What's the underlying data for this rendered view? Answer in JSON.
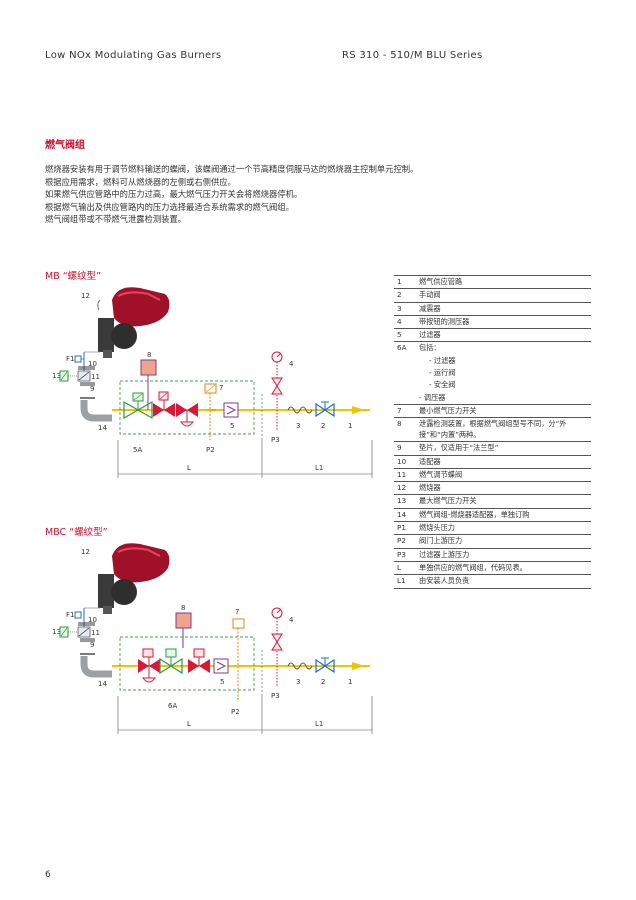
{
  "header": {
    "left": "Low NOx Modulating Gas Burners",
    "right": "RS 310 - 510/M BLU Series"
  },
  "section_title": "燃气阀组",
  "intro_lines": [
    "燃烧器安装有用于调节燃料输送的蝶阀，该蝶阀通过一个节高精度伺服马达的燃烧器主控制单元控制。",
    "根据应用需求，燃料可从燃烧器的左侧或右侧供应。",
    "如果燃气供应管路中的压力过高，最大燃气压力开关会将燃烧器停机。",
    "根据燃气输出及供应管路内的压力选择最适合系统需求的燃气阀组。",
    "燃气阀组带或不带燃气泄露检测装置。"
  ],
  "diagram1": {
    "title": "MB “螺纹型”",
    "labels": {
      "n12": "12",
      "n11": "11",
      "n10": "10",
      "n9": "9",
      "n14": "14",
      "n13": "13",
      "f1": "F1",
      "n8": "8",
      "n7": "7",
      "n5": "5",
      "n4": "4",
      "n3": "3",
      "n2": "2",
      "n1": "1",
      "n5a": "5A",
      "p2": "P2",
      "p3": "P3",
      "l": "L",
      "l1": "L1"
    }
  },
  "diagram2": {
    "title": "MBC “螺纹型”",
    "labels": {
      "n12": "12",
      "n11": "11",
      "n10": "10",
      "n9": "9",
      "n14": "14",
      "n13": "13",
      "f1": "F1",
      "n8": "8",
      "n7": "7",
      "n5": "5",
      "n4": "4",
      "n3": "3",
      "n2": "2",
      "n1": "1",
      "n6a": "6A",
      "p2": "P2",
      "p3": "P3",
      "l": "L",
      "l1": "L1"
    }
  },
  "legend": {
    "items": [
      {
        "num": "1",
        "text": "燃气供应管路"
      },
      {
        "num": "2",
        "text": "手动阀"
      },
      {
        "num": "3",
        "text": "减震器"
      },
      {
        "num": "4",
        "text": "带按钮的测压器"
      },
      {
        "num": "5",
        "text": "过滤器"
      },
      {
        "num": "6A",
        "text": "包括："
      },
      {
        "num": "",
        "text": "- 过滤器"
      },
      {
        "num": "",
        "text": "- 运行阀"
      },
      {
        "num": "",
        "text": "- 安全阀"
      },
      {
        "num": "",
        "text": "- 调压器"
      },
      {
        "num": "7",
        "text": "最小燃气压力开关"
      },
      {
        "num": "8",
        "text": "泄露检测装置，根据燃气阀组型号不同，分“外接”和“内置”两种。"
      },
      {
        "num": "9",
        "text": "垫片，仅适用于“法兰型”"
      },
      {
        "num": "10",
        "text": "适配器"
      },
      {
        "num": "11",
        "text": "燃气调节蝶阀"
      },
      {
        "num": "12",
        "text": "燃烧器"
      },
      {
        "num": "13",
        "text": "最大燃气压力开关"
      },
      {
        "num": "14",
        "text": "燃气阀组-燃烧器适配器，单独订购"
      },
      {
        "num": "P1",
        "text": "燃烧头压力"
      },
      {
        "num": "P2",
        "text": "阀门上游压力"
      },
      {
        "num": "P3",
        "text": "过滤器上游压力"
      },
      {
        "num": "L",
        "text": "单独供应的燃气阀组，代码见表。"
      },
      {
        "num": "L1",
        "text": "由安装人员负责"
      }
    ]
  },
  "colors": {
    "accent": "#c8102e",
    "gas_pipe": "#f2c400",
    "valve_red": "#d6193a",
    "valve_blue": "#1f6fd0",
    "valve_green": "#2f9a3e",
    "leak_detector": "#7a3d8f",
    "box_dashed": "#3aa35a"
  },
  "page_number": "6"
}
